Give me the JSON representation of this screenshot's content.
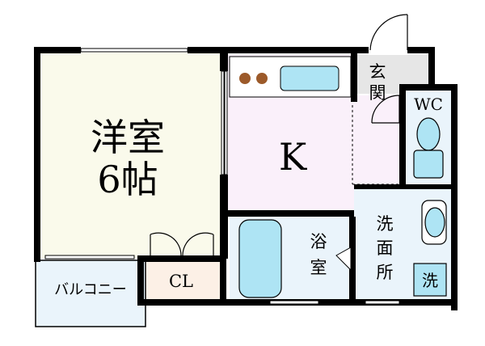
{
  "rooms": {
    "western_room_name": "洋室",
    "western_room_size": "6帖",
    "kitchen": "K",
    "entrance_char1": "玄",
    "entrance_char2": "関",
    "toilet": "WC",
    "bath_char1": "浴",
    "bath_char2": "室",
    "washroom_char1": "洗",
    "washroom_char2": "面",
    "washroom_char3": "所",
    "closet": "CL",
    "balcony": "バルコニー",
    "washer": "洗"
  },
  "colors": {
    "wall": "#000000",
    "western_room": "#fafaeb",
    "kitchen": "#faf0fa",
    "entrance": "#e6e6e6",
    "wet_area": "#eaf4fb",
    "fixture_blue": "#aee4f4",
    "closet": "#fcf0e6",
    "stove_burner": "#9c5a2a"
  }
}
